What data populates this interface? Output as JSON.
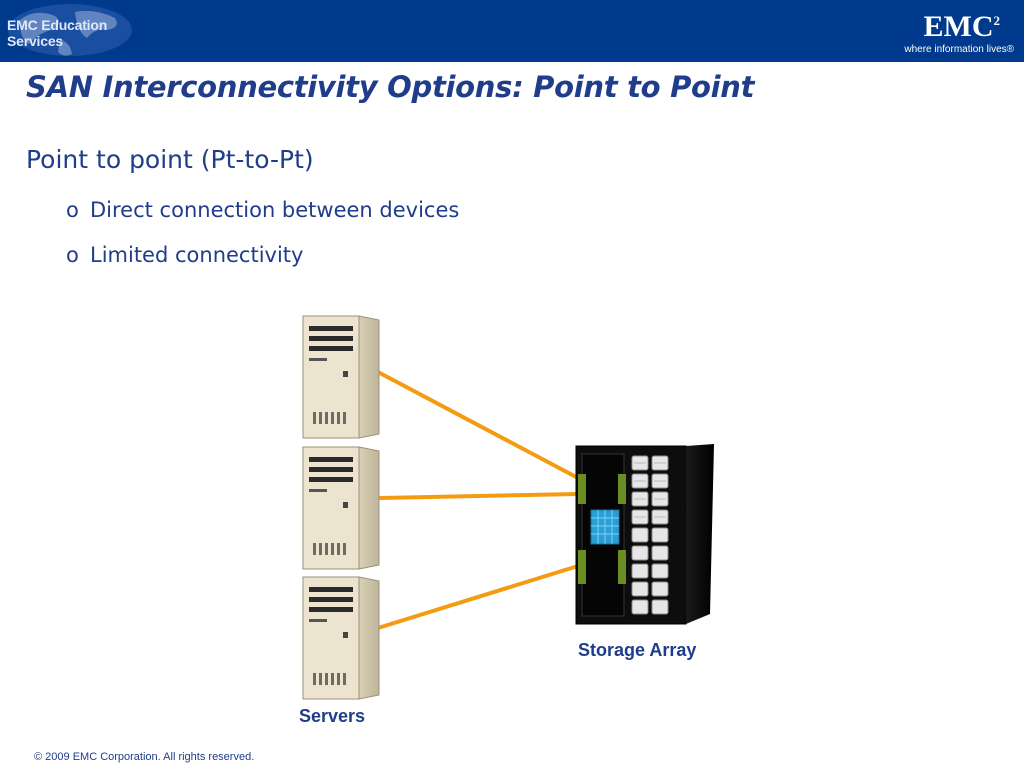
{
  "header": {
    "left_brand": "EMC Education Services",
    "logo_text": "EMC",
    "logo_superscript": "2",
    "tagline": "where information lives®"
  },
  "slide": {
    "title": "SAN Interconnectivity Options: Point to Point",
    "bullet_main": "Point to point (Pt-to-Pt)",
    "sub_bullets": [
      {
        "marker": "o",
        "text": "Direct connection between devices"
      },
      {
        "marker": "o",
        "text": "Limited connectivity"
      }
    ]
  },
  "diagram": {
    "storage_label": "Storage Array",
    "servers_label": "Servers",
    "colors": {
      "link": "#f39c12",
      "server_body": "#ece4cf",
      "array_body": "#111111",
      "hba": "#6b8e23",
      "controller": "#2a9fd6"
    }
  },
  "footer": {
    "copyright": "© 2009 EMC Corporation. All rights reserved."
  }
}
